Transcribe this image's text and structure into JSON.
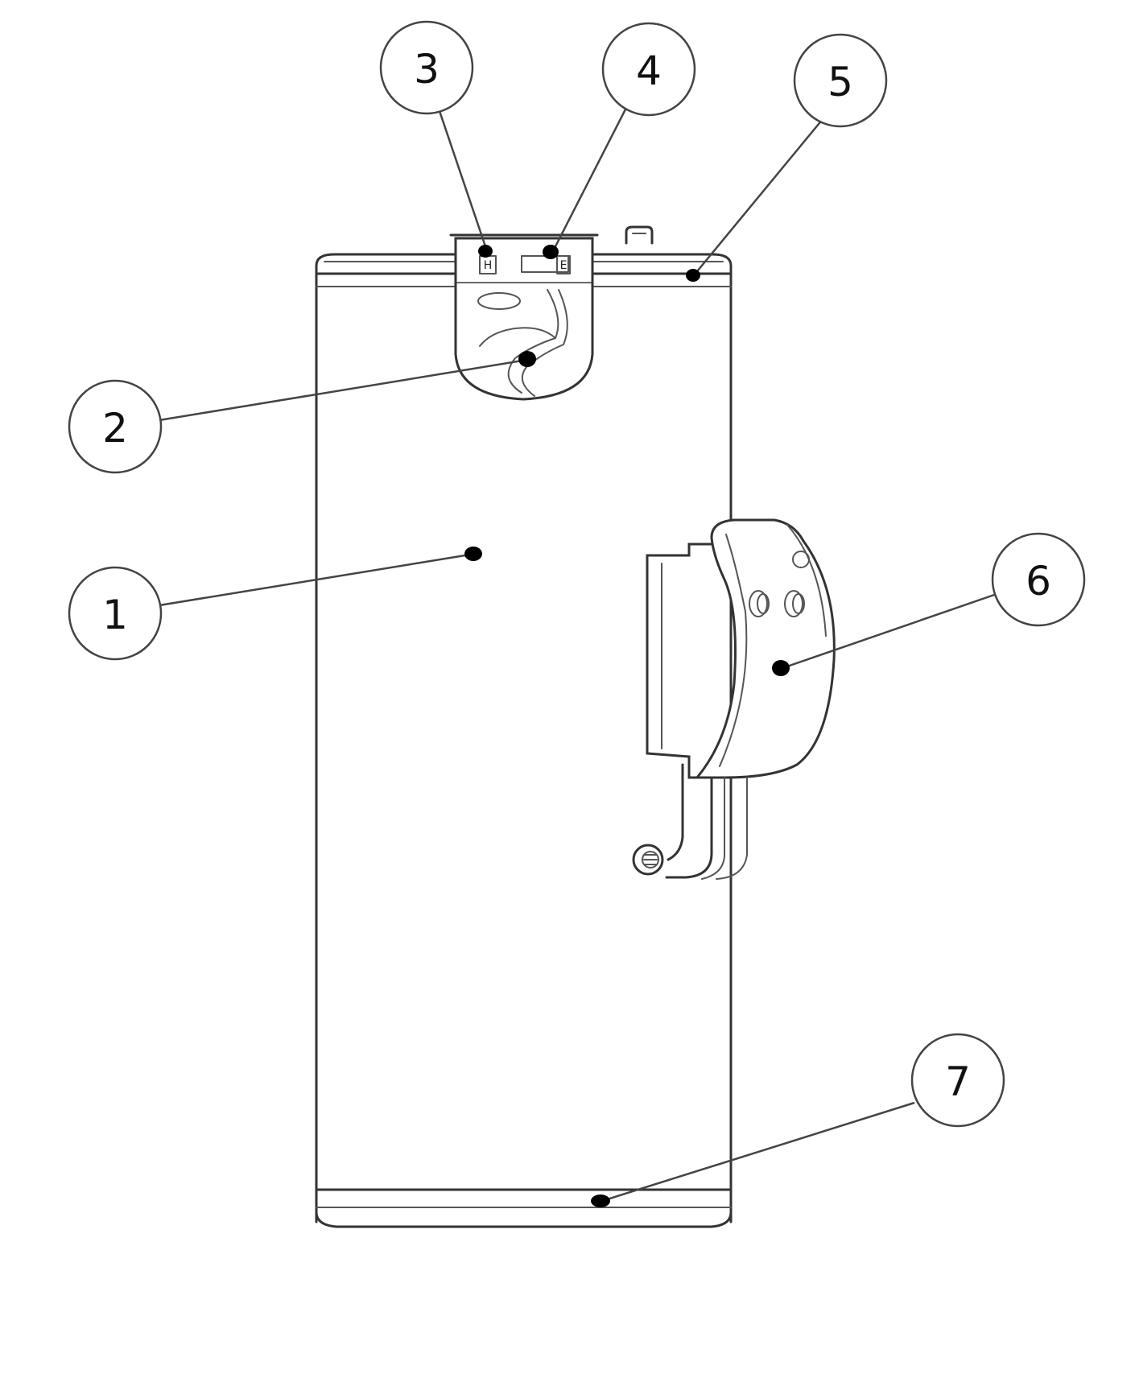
{
  "diagram": {
    "callouts": [
      {
        "id": "1",
        "label": "1"
      },
      {
        "id": "2",
        "label": "2"
      },
      {
        "id": "3",
        "label": "3"
      },
      {
        "id": "4",
        "label": "4"
      },
      {
        "id": "5",
        "label": "5"
      },
      {
        "id": "6",
        "label": "6"
      },
      {
        "id": "7",
        "label": "7"
      }
    ],
    "top_panel_marks": {
      "left": "H",
      "right": "E"
    }
  }
}
